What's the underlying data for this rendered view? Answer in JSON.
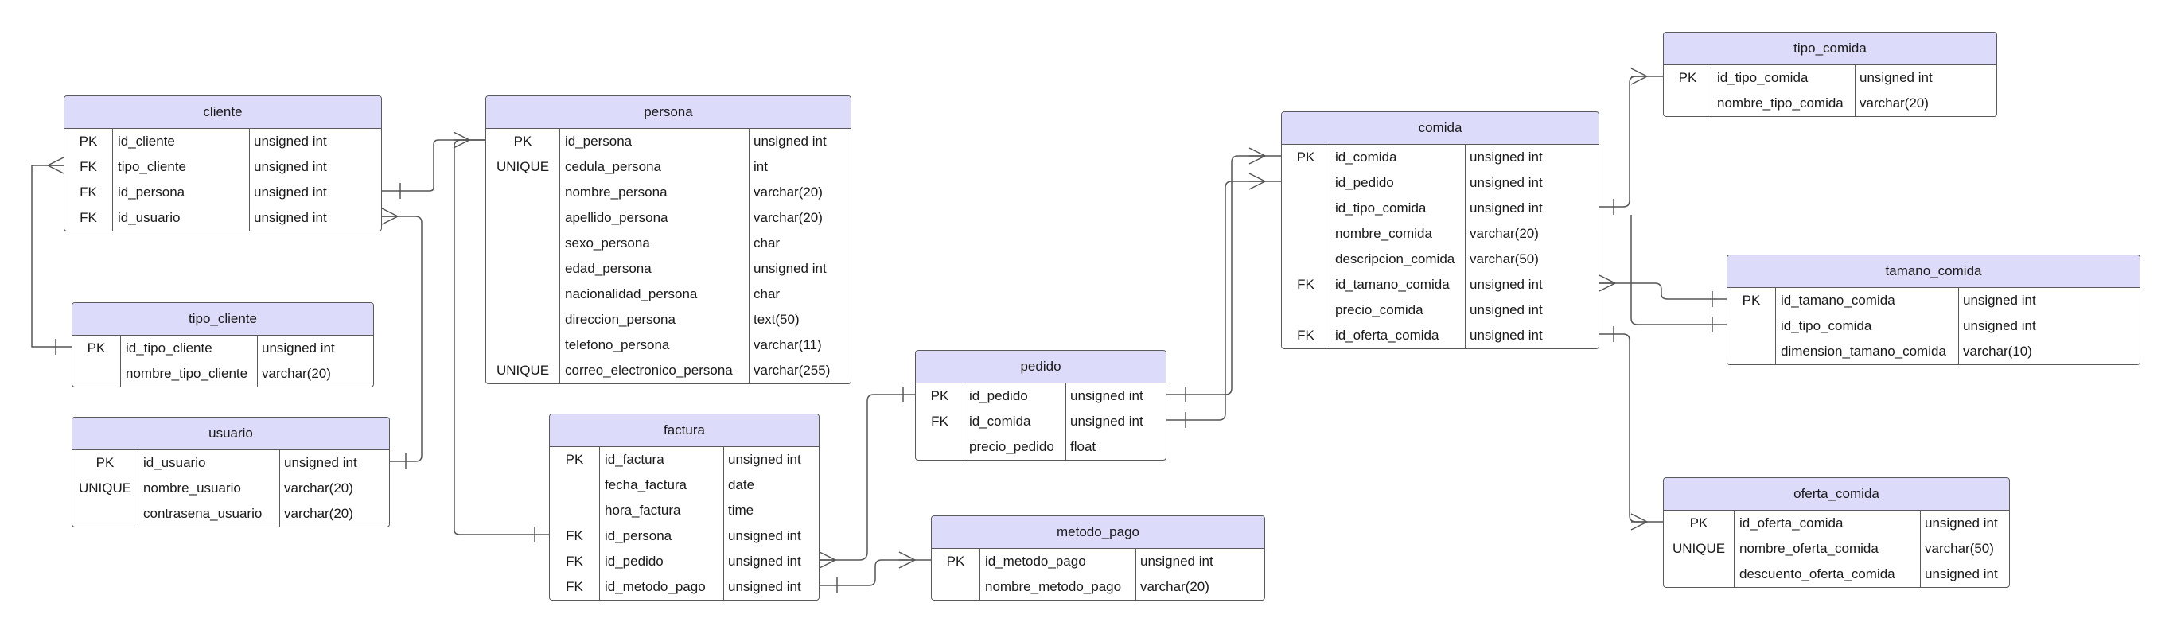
{
  "diagram": {
    "colors": {
      "header": "#dcdcfa",
      "border": "#5a5a5a",
      "line": "#555555"
    },
    "entities": [
      {
        "id": "cliente",
        "title": "cliente",
        "rows": [
          {
            "key": "PK",
            "name": "id_cliente",
            "type": "unsigned int"
          },
          {
            "key": "FK",
            "name": "tipo_cliente",
            "type": "unsigned int"
          },
          {
            "key": "FK",
            "name": "id_persona",
            "type": "unsigned int"
          },
          {
            "key": "FK",
            "name": "id_usuario",
            "type": "unsigned int"
          }
        ]
      },
      {
        "id": "tipo_cliente",
        "title": "tipo_cliente",
        "rows": [
          {
            "key": "PK",
            "name": "id_tipo_cliente",
            "type": "unsigned int"
          },
          {
            "key": "",
            "name": "nombre_tipo_cliente",
            "type": "varchar(20)"
          }
        ]
      },
      {
        "id": "usuario",
        "title": "usuario",
        "rows": [
          {
            "key": "PK",
            "name": "id_usuario",
            "type": "unsigned int"
          },
          {
            "key": "UNIQUE",
            "name": "nombre_usuario",
            "type": "varchar(20)"
          },
          {
            "key": "",
            "name": "contrasena_usuario",
            "type": "varchar(20)"
          }
        ]
      },
      {
        "id": "persona",
        "title": "persona",
        "rows": [
          {
            "key": "PK",
            "name": "id_persona",
            "type": "unsigned int"
          },
          {
            "key": "UNIQUE",
            "name": "cedula_persona",
            "type": "int"
          },
          {
            "key": "",
            "name": "nombre_persona",
            "type": "varchar(20)"
          },
          {
            "key": "",
            "name": "apellido_persona",
            "type": "varchar(20)"
          },
          {
            "key": "",
            "name": "sexo_persona",
            "type": "char"
          },
          {
            "key": "",
            "name": "edad_persona",
            "type": "unsigned int"
          },
          {
            "key": "",
            "name": "nacionalidad_persona",
            "type": "char"
          },
          {
            "key": "",
            "name": "direccion_persona",
            "type": "text(50)"
          },
          {
            "key": "",
            "name": "telefono_persona",
            "type": "varchar(11)"
          },
          {
            "key": "UNIQUE",
            "name": "correo_electronico_persona",
            "type": "varchar(255)"
          }
        ]
      },
      {
        "id": "factura",
        "title": "factura",
        "rows": [
          {
            "key": "PK",
            "name": "id_factura",
            "type": "unsigned int"
          },
          {
            "key": "",
            "name": "fecha_factura",
            "type": "date"
          },
          {
            "key": "",
            "name": "hora_factura",
            "type": "time"
          },
          {
            "key": "FK",
            "name": "id_persona",
            "type": "unsigned int"
          },
          {
            "key": "FK",
            "name": "id_pedido",
            "type": "unsigned int"
          },
          {
            "key": "FK",
            "name": "id_metodo_pago",
            "type": "unsigned int"
          }
        ]
      },
      {
        "id": "pedido",
        "title": "pedido",
        "rows": [
          {
            "key": "PK",
            "name": "id_pedido",
            "type": "unsigned int"
          },
          {
            "key": "FK",
            "name": "id_comida",
            "type": "unsigned int"
          },
          {
            "key": "",
            "name": "precio_pedido",
            "type": "float"
          }
        ]
      },
      {
        "id": "metodo_pago",
        "title": "metodo_pago",
        "rows": [
          {
            "key": "PK",
            "name": "id_metodo_pago",
            "type": "unsigned int"
          },
          {
            "key": "",
            "name": "nombre_metodo_pago",
            "type": "varchar(20)"
          }
        ]
      },
      {
        "id": "comida",
        "title": "comida",
        "rows": [
          {
            "key": "PK",
            "name": "id_comida",
            "type": "unsigned int"
          },
          {
            "key": "",
            "name": "id_pedido",
            "type": "unsigned int"
          },
          {
            "key": "",
            "name": "id_tipo_comida",
            "type": "unsigned int"
          },
          {
            "key": "",
            "name": "nombre_comida",
            "type": "varchar(20)"
          },
          {
            "key": "",
            "name": "descripcion_comida",
            "type": "varchar(50)"
          },
          {
            "key": "FK",
            "name": "id_tamano_comida",
            "type": "unsigned int"
          },
          {
            "key": "",
            "name": "precio_comida",
            "type": "unsigned int"
          },
          {
            "key": "FK",
            "name": "id_oferta_comida",
            "type": "unsigned int"
          }
        ]
      },
      {
        "id": "tipo_comida",
        "title": "tipo_comida",
        "rows": [
          {
            "key": "PK",
            "name": "id_tipo_comida",
            "type": "unsigned int"
          },
          {
            "key": "",
            "name": "nombre_tipo_comida",
            "type": "varchar(20)"
          }
        ]
      },
      {
        "id": "tamano_comida",
        "title": "tamano_comida",
        "rows": [
          {
            "key": "PK",
            "name": "id_tamano_comida",
            "type": "unsigned int"
          },
          {
            "key": "",
            "name": "id_tipo_comida",
            "type": "unsigned int"
          },
          {
            "key": "",
            "name": "dimension_tamano_comida",
            "type": "varchar(10)"
          }
        ]
      },
      {
        "id": "oferta_comida",
        "title": "oferta_comida",
        "rows": [
          {
            "key": "PK",
            "name": "id_oferta_comida",
            "type": "unsigned int"
          },
          {
            "key": "UNIQUE",
            "name": "nombre_oferta_comida",
            "type": "varchar(50)"
          },
          {
            "key": "",
            "name": "descuento_oferta_comida",
            "type": "unsigned int"
          }
        ]
      }
    ]
  }
}
